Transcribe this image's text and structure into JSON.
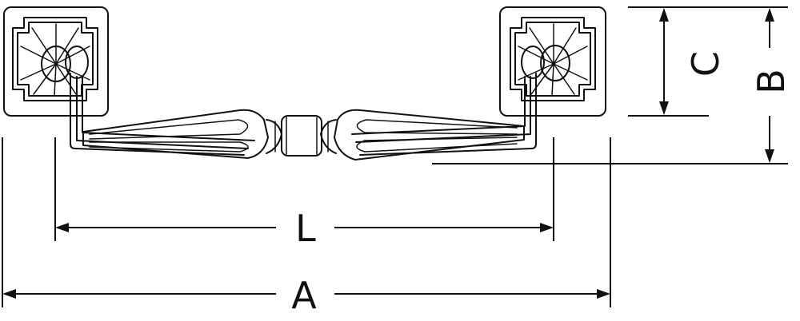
{
  "diagram": {
    "labels": {
      "L": "L",
      "A": "A",
      "B": "B",
      "C": "C"
    }
  }
}
